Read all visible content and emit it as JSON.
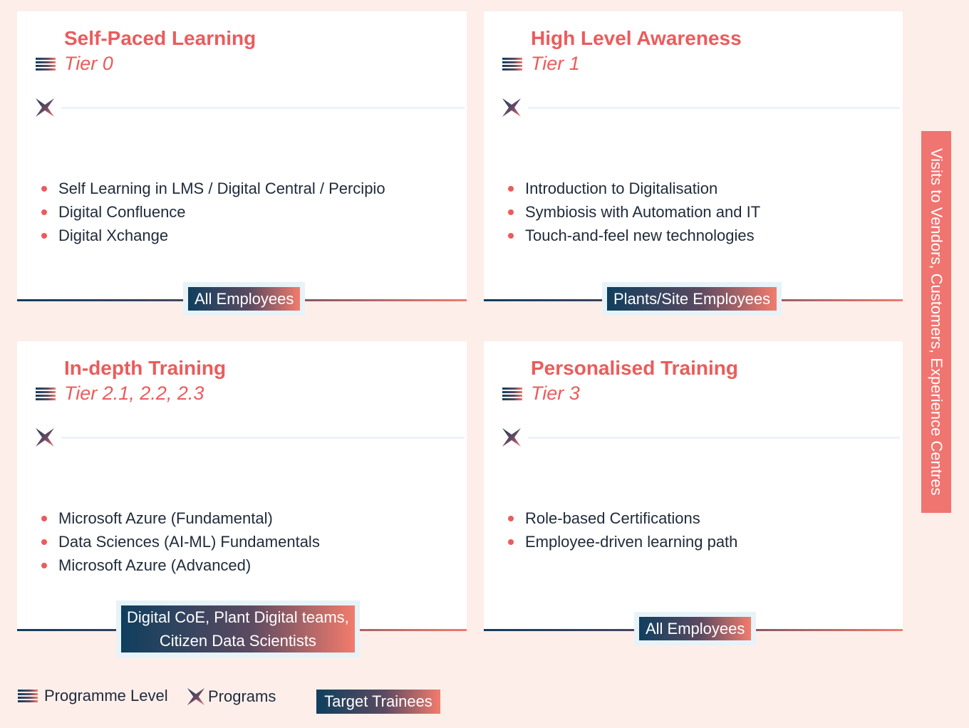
{
  "colors": {
    "accent": "#ec5b5b",
    "navy": "#123d5c",
    "background": "#fdeeea",
    "side_panel": "#f07470"
  },
  "icons": {
    "programme_level": "stacked-lines-icon",
    "programs": "four-point-star-icon"
  },
  "cards": [
    {
      "title": "Self-Paced Learning",
      "tier": "Tier 0",
      "items": [
        "Self Learning in LMS / Digital Central / Percipio",
        "Digital Confluence",
        "Digital Xchange"
      ],
      "target": "All Employees"
    },
    {
      "title": "High Level Awareness",
      "tier": "Tier 1",
      "items": [
        "Introduction to Digitalisation",
        "Symbiosis with Automation and IT",
        "Touch-and-feel new technologies"
      ],
      "target": "Plants/Site Employees"
    },
    {
      "title": "In-depth Training",
      "tier": "Tier 2.1, 2.2, 2.3",
      "items": [
        "Microsoft Azure (Fundamental)",
        "Data Sciences (AI-ML) Fundamentals",
        "Microsoft Azure (Advanced)"
      ],
      "target_lines": [
        "Digital CoE, Plant Digital teams,",
        "Citizen Data Scientists"
      ]
    },
    {
      "title": "Personalised Training",
      "tier": "Tier 3",
      "items": [
        "Role-based Certifications",
        "Employee-driven learning path"
      ],
      "target": "All Employees"
    }
  ],
  "side_label": "Visits to Vendors, Customers, Experience Centres",
  "legend": {
    "programme_level": "Programme Level",
    "programs": "Programs",
    "target_trainees": "Target Trainees"
  }
}
